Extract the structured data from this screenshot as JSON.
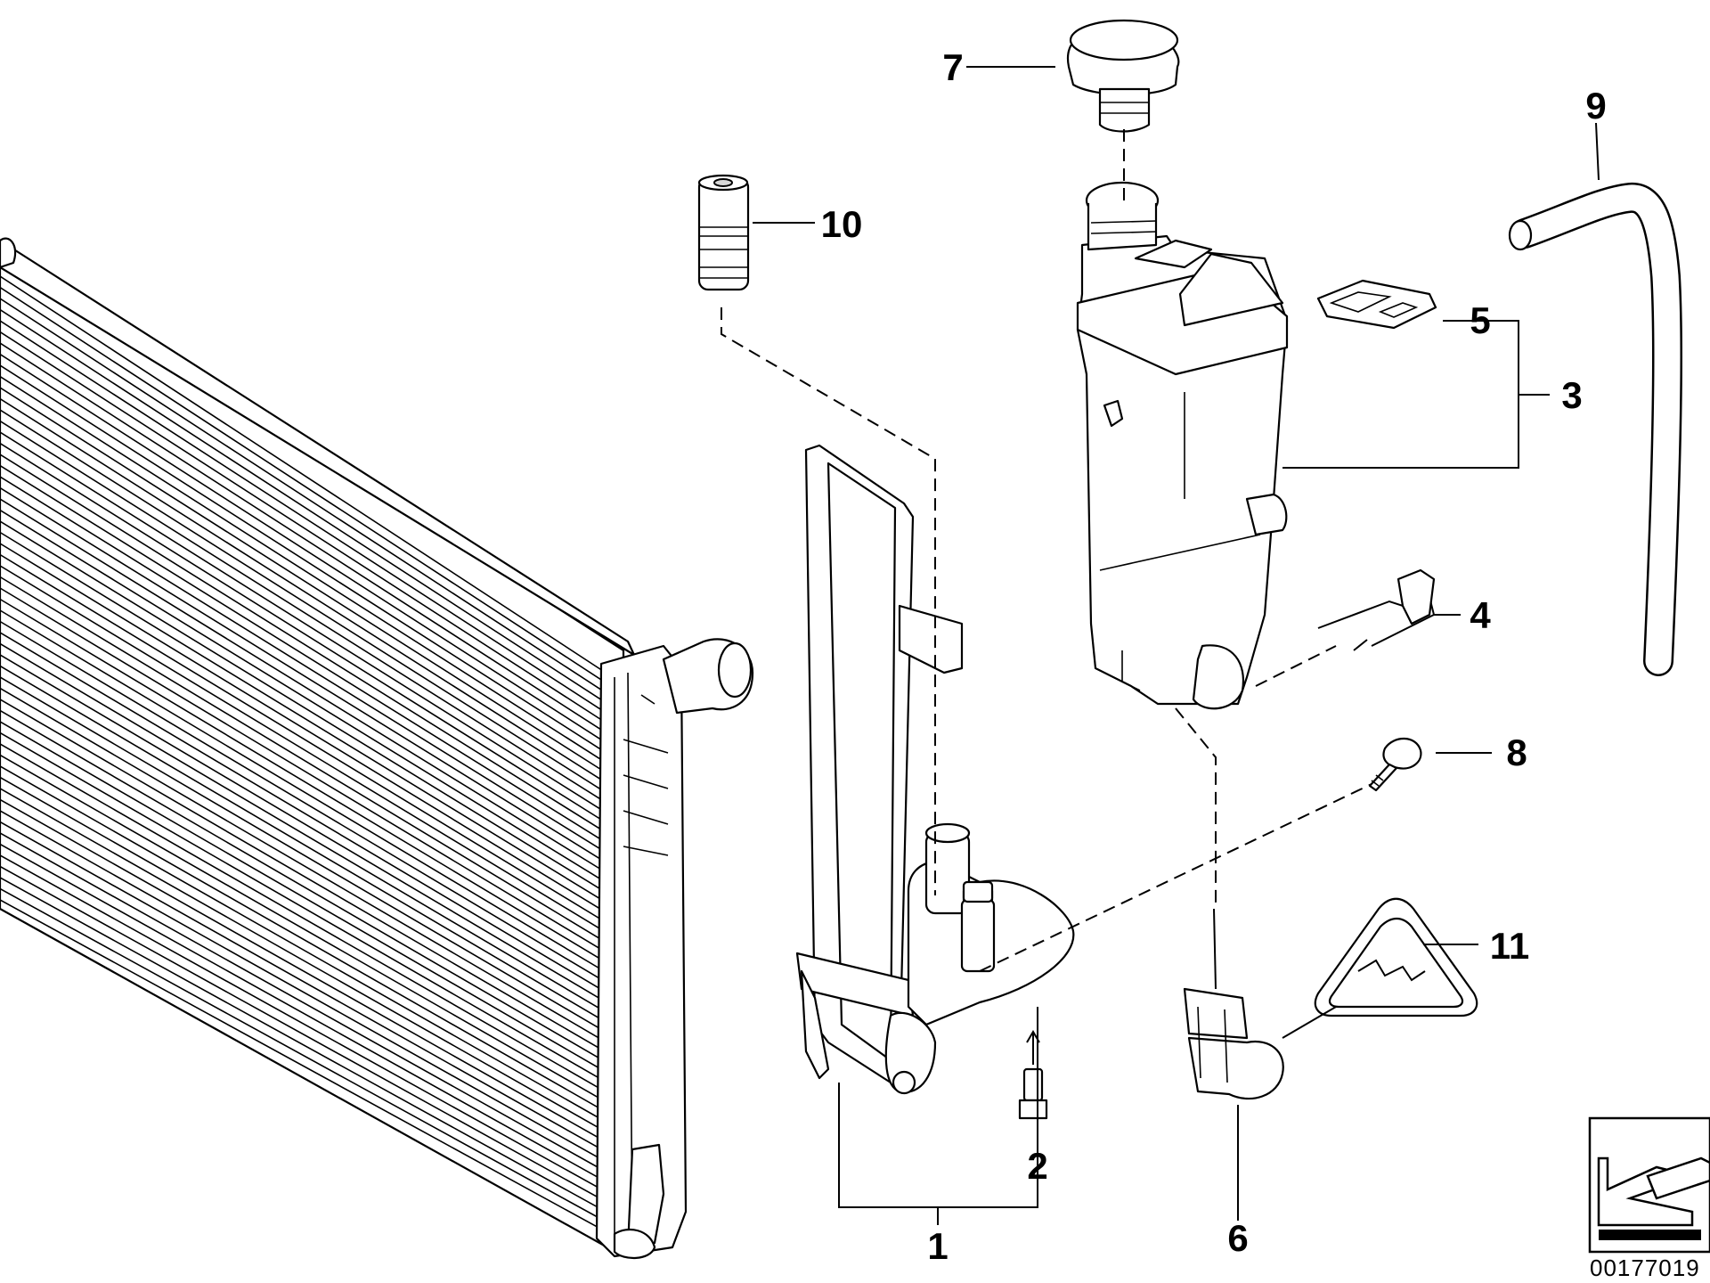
{
  "callouts": [
    {
      "id": "1",
      "text": "1"
    },
    {
      "id": "2",
      "text": "2"
    },
    {
      "id": "3",
      "text": "3"
    },
    {
      "id": "4",
      "text": "4"
    },
    {
      "id": "5",
      "text": "5"
    },
    {
      "id": "6",
      "text": "6"
    },
    {
      "id": "7",
      "text": "7"
    },
    {
      "id": "8",
      "text": "8"
    },
    {
      "id": "9",
      "text": "9"
    },
    {
      "id": "10",
      "text": "10"
    },
    {
      "id": "11",
      "text": "11"
    }
  ],
  "diagram_code": "00177019",
  "parts": {
    "radiator": "radiator",
    "bracket": "mounting-bracket",
    "drain_plug": "drain-plug",
    "expansion_tank": "expansion-tank",
    "spring_clip": "spring-clip",
    "retaining_clip": "retaining-clip",
    "level_sensor": "level-sensor",
    "cap": "cap",
    "screw": "screw",
    "hose": "vent-hose",
    "valve": "valve",
    "warning_label": "warning-label"
  }
}
